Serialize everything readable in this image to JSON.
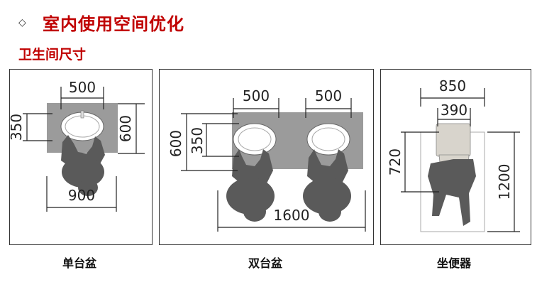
{
  "header": {
    "bullet": "◇",
    "title": "室内使用空间优化",
    "subtitle": "卫生间尺寸"
  },
  "panels": [
    {
      "caption": "单台盆",
      "dims": {
        "basin_width": "500",
        "counter_depth": "600",
        "basin_depth": "350",
        "clear_width": "900"
      }
    },
    {
      "caption": "双台盆",
      "dims": {
        "basin1_width": "500",
        "basin2_width": "500",
        "counter_depth": "600",
        "basin_depth": "350",
        "overall_width": "1600"
      }
    },
    {
      "caption": "坐便器",
      "dims": {
        "space_width": "850",
        "toilet_width": "390",
        "toilet_depth": "720",
        "space_depth": "1200"
      }
    }
  ],
  "colors": {
    "accent": "#c00000",
    "counter": "#9b9b9b",
    "figure": "#5a5a5a",
    "toilet": "#d8d4cc"
  }
}
